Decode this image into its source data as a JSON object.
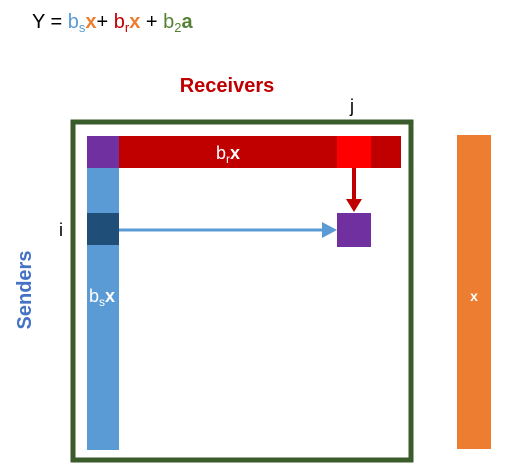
{
  "equation": {
    "lhs": "Y",
    "equals": " = ",
    "term1": {
      "coef": "b",
      "sub": "s",
      "var": "x"
    },
    "plus1": "+ ",
    "term2": {
      "coef": "b",
      "sub": "r",
      "var": "x"
    },
    "plus2": " + ",
    "term3": {
      "coef": "b",
      "sub": "2",
      "var": "a"
    }
  },
  "labels": {
    "receivers": "Receivers",
    "senders": "Senders",
    "j": "j",
    "i": "i",
    "x_vector": "x"
  },
  "row_bar": {
    "coef": "b",
    "sub": "r",
    "var": "x"
  },
  "column_bar": {
    "coef": "b",
    "sub": "s",
    "var": "x"
  },
  "colors": {
    "frame": "#3a5b2a",
    "row_bar": "#c00000",
    "row_cell_j": "#ff0000",
    "column_bar": "#5b9bd5",
    "column_cell_i": "#1f4e79",
    "corner_cell": "#7030a0",
    "target_cell": "#7030a0",
    "x_vector": "#ed7d31",
    "receivers_label": "#c00000",
    "senders_label": "#4472c4",
    "arrow_down": "#c00000",
    "arrow_right": "#5b9bd5",
    "eq_blue": "#5b9bd5",
    "eq_orange": "#ed7d31",
    "eq_green": "#548235"
  }
}
